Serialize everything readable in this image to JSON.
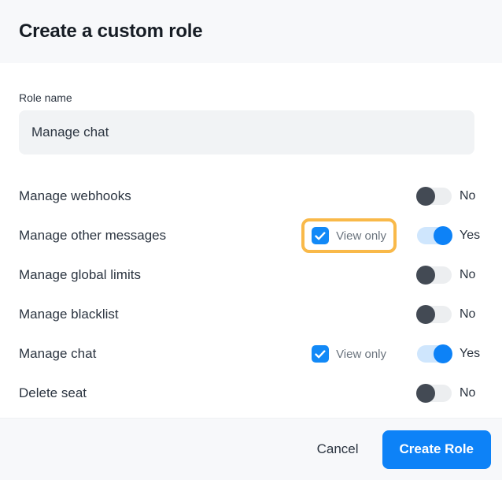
{
  "dialog": {
    "title": "Create a custom role"
  },
  "form": {
    "role_name_label": "Role name",
    "role_name_value": "Manage chat",
    "role_name_placeholder": "Role name"
  },
  "labels": {
    "view_only": "View only",
    "yes": "Yes",
    "no": "No"
  },
  "permissions": [
    {
      "name": "Manage webhooks",
      "has_view_only": false,
      "view_only_checked": false,
      "view_only_label": "View only",
      "enabled": false,
      "toggle_text": "No",
      "highlighted": false
    },
    {
      "name": "Manage other messages",
      "has_view_only": true,
      "view_only_checked": true,
      "view_only_label": "View only",
      "enabled": true,
      "toggle_text": "Yes",
      "highlighted": true
    },
    {
      "name": "Manage global limits",
      "has_view_only": false,
      "view_only_checked": false,
      "view_only_label": "View only",
      "enabled": false,
      "toggle_text": "No",
      "highlighted": false
    },
    {
      "name": "Manage blacklist",
      "has_view_only": false,
      "view_only_checked": false,
      "view_only_label": "View only",
      "enabled": false,
      "toggle_text": "No",
      "highlighted": false
    },
    {
      "name": "Manage chat",
      "has_view_only": true,
      "view_only_checked": true,
      "view_only_label": "View only",
      "enabled": true,
      "toggle_text": "Yes",
      "highlighted": false
    },
    {
      "name": "Delete seat",
      "has_view_only": false,
      "view_only_checked": false,
      "view_only_label": "View only",
      "enabled": false,
      "toggle_text": "No",
      "highlighted": false
    }
  ],
  "footer": {
    "cancel_label": "Cancel",
    "create_label": "Create Role"
  },
  "colors": {
    "accent_blue": "#0d82f7",
    "highlight_orange": "#f9b949",
    "toggle_off_knob": "#434a54",
    "toggle_on_track": "#cfe6fd",
    "header_bg": "#f7f8fa",
    "input_bg": "#f1f3f5"
  }
}
